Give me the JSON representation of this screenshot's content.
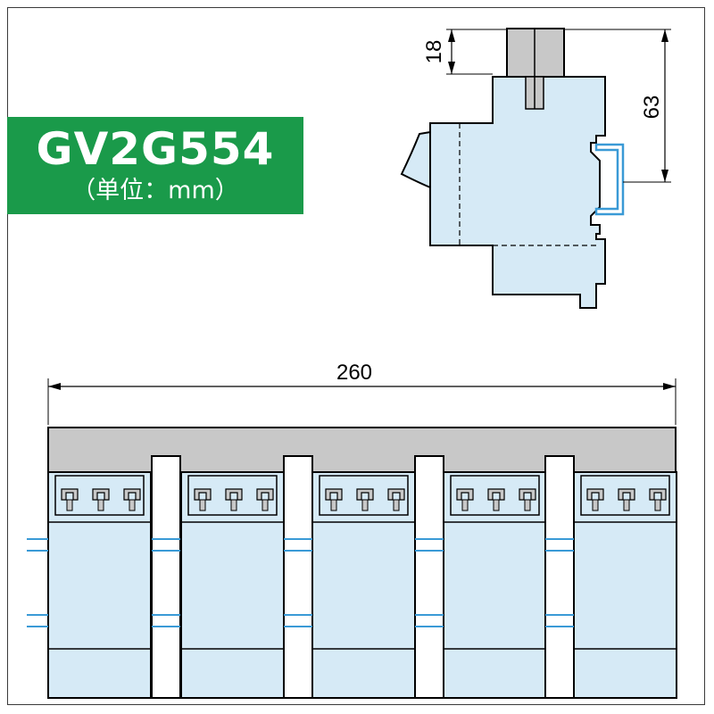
{
  "badge": {
    "model": "GV2G554",
    "unit": "（单位：mm）",
    "color": "#1a9a4a"
  },
  "dimensions": {
    "terminal_height": "18",
    "rail_height": "63",
    "total_width": "260"
  },
  "colors": {
    "body_fill": "#d6eaf6",
    "gray": "#c8c8c8",
    "rail_blue": "#3a9ad6",
    "line": "#000000"
  },
  "modules": {
    "count": 5
  }
}
